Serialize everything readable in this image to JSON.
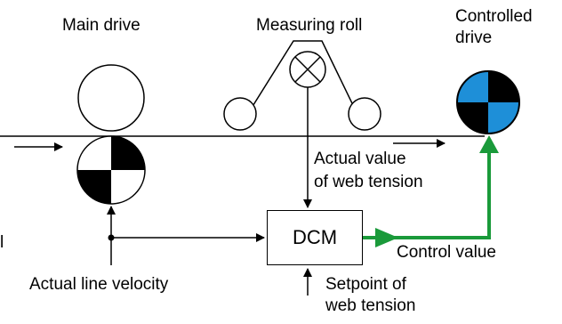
{
  "labels": {
    "main_drive": "Main drive",
    "measuring_roll": "Measuring roll",
    "controlled_drive_line1": "Controlled",
    "controlled_drive_line2": "drive",
    "actual_value_line1": "Actual value",
    "actual_value_line2": "of web tension",
    "dcm": "DCM",
    "control_value": "Control value",
    "actual_line_velocity": "Actual line velocity",
    "setpoint_line1": "Setpoint of",
    "setpoint_line2": "web tension",
    "edge_marker": "l"
  },
  "colors": {
    "line": "#000000",
    "control_path": "#1a9a3a",
    "controlled_drive_fill": "#1e8fd8"
  }
}
